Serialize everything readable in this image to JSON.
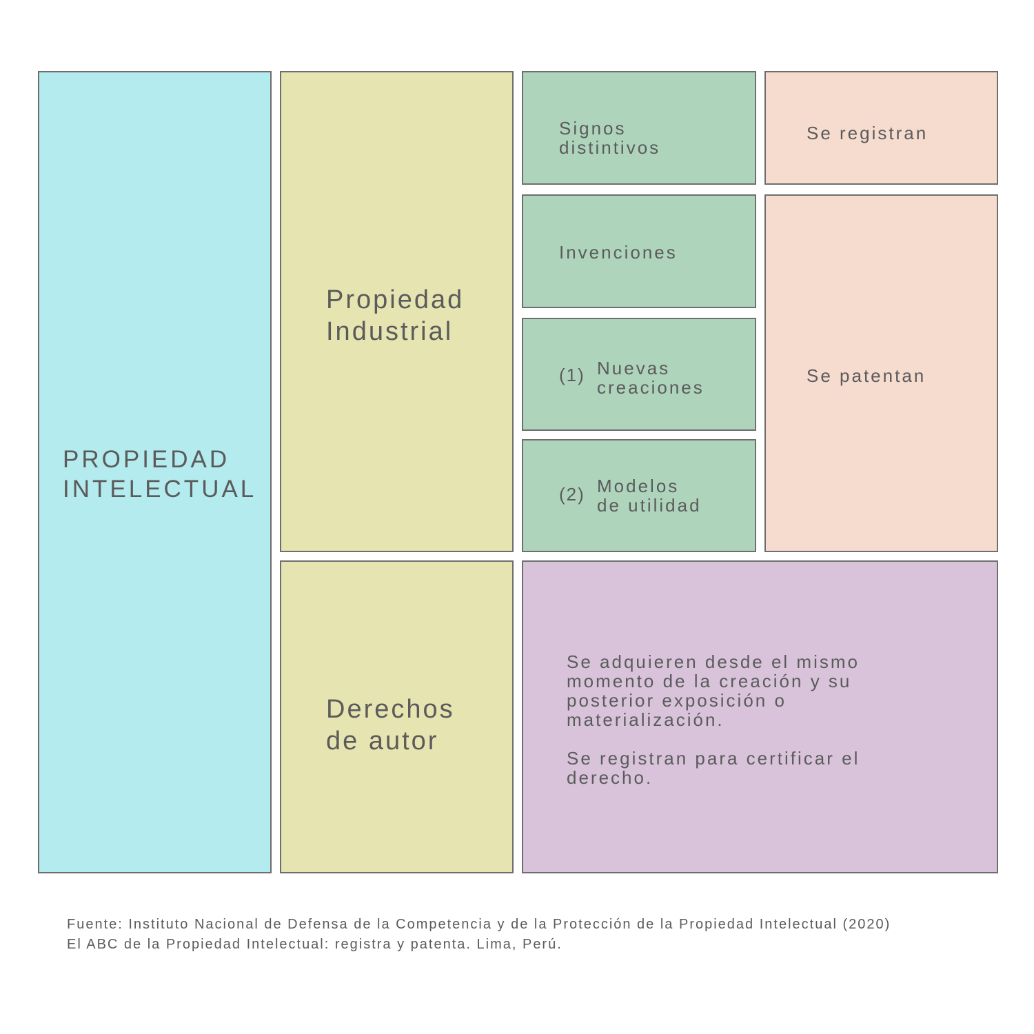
{
  "boxes": {
    "propiedad_intelectual": [
      "PROPIEDAD",
      "INTELECTUAL"
    ],
    "propiedad_industrial": [
      "Propiedad",
      "Industrial"
    ],
    "derechos_autor": [
      "Derechos",
      "de autor"
    ],
    "signos": [
      "Signos",
      "distintivos"
    ],
    "invenciones": "Invenciones",
    "nuevas": {
      "num": "(1)",
      "lines": [
        "Nuevas",
        "creaciones"
      ]
    },
    "modelos": {
      "num": "(2)",
      "lines": [
        "Modelos",
        "de utilidad"
      ]
    },
    "se_registran": "Se registran",
    "se_patentan": "Se patentan",
    "derechos_desc": [
      "Se adquieren desde el mismo",
      "momento de la creación y su",
      "posterior exposición o",
      "materialización.",
      "Se registran para certificar el",
      "derecho."
    ]
  },
  "footer": [
    "Fuente: Instituto Nacional de Defensa de la Competencia y de la Protección de la Propiedad Intelectual (2020)",
    "El ABC de la Propiedad Intelectual: registra y patenta. Lima, Perú."
  ],
  "colors": {
    "cyan": "#b3ebee",
    "yellow": "#e6e4b0",
    "green": "#aed4bc",
    "peach": "#f6dbcf",
    "purple": "#d8c3da"
  }
}
